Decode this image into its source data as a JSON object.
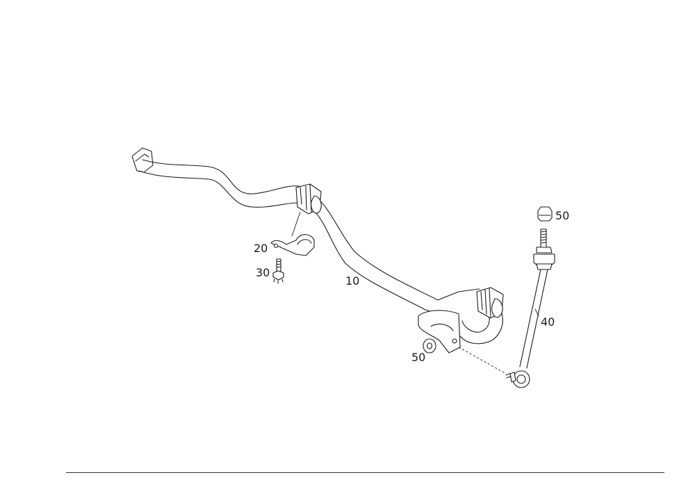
{
  "callouts": {
    "stabilizer_bar": "10",
    "bracket": "20",
    "bolt": "30",
    "link": "40",
    "nut_top": "50",
    "nut_lower": "50"
  }
}
